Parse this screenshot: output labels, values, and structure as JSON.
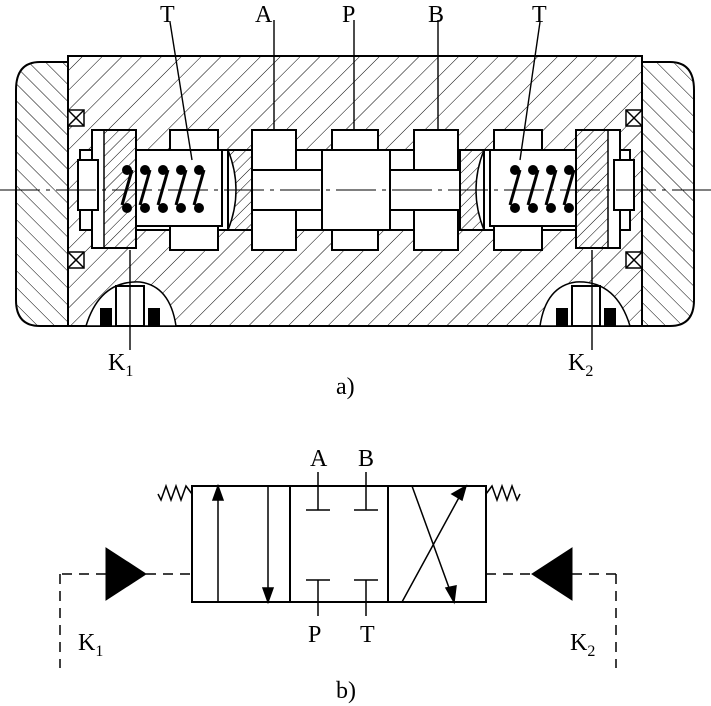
{
  "figure_a": {
    "caption": "a)",
    "port_T_left": "T",
    "port_A": "A",
    "port_P": "P",
    "port_B": "B",
    "port_T_right": "T",
    "pilot_K1": "K",
    "pilot_K1_sub": "1",
    "pilot_K2": "K",
    "pilot_K2_sub": "2"
  },
  "figure_b": {
    "caption": "b)",
    "port_A": "A",
    "port_B": "B",
    "port_P": "P",
    "port_T": "T",
    "pilot_K1": "K",
    "pilot_K1_sub": "1",
    "pilot_K2": "K",
    "pilot_K2_sub": "2"
  }
}
